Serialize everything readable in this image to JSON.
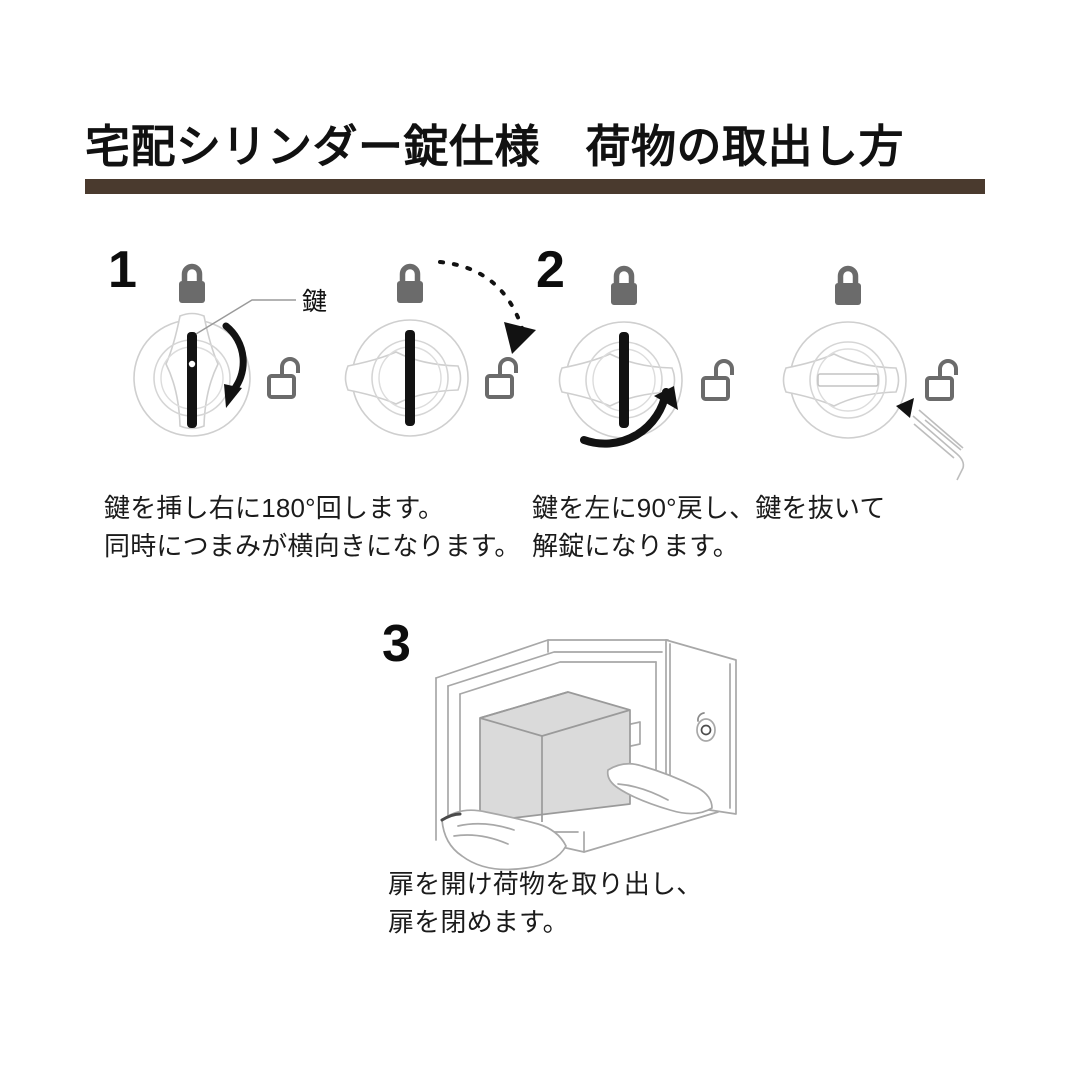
{
  "document": {
    "title": "宅配シリンダー錠仕様　荷物の取出し方",
    "accent_color": "#4a3a2e",
    "background_color": "#ffffff",
    "text_color": "#1b1b1b"
  },
  "steps": [
    {
      "number": "1",
      "caption": "鍵を挿し右に180°回します。\n同時につまみが横向きになります。",
      "annotation_label": "鍵",
      "icons": {
        "locked": "padlock-closed-icon",
        "unlocked": "padlock-open-icon",
        "rotation": "curved-arrow-clockwise-icon",
        "transition": "dashed-arrow-icon"
      },
      "lock_state_before": "locked",
      "lock_state_after": "unlocked",
      "knob_before": "vertical",
      "knob_after": "horizontal",
      "rotation_degrees": "180"
    },
    {
      "number": "2",
      "caption": "鍵を左に90°戻し、鍵を抜いて\n解錠になります。",
      "icons": {
        "locked": "padlock-closed-icon",
        "unlocked": "padlock-open-icon",
        "rotation": "curved-arrow-counterclockwise-icon",
        "key_removal": "key-pull-out-icon"
      },
      "lock_state_before": "locked",
      "lock_state_after": "unlocked",
      "knob_before": "horizontal",
      "knob_after": "horizontal",
      "rotation_degrees": "90"
    },
    {
      "number": "3",
      "caption": "扉を開け荷物を取り出し、\n扉を閉めます。",
      "icons": {
        "scene": "mailbox-open-door-icon",
        "parcel": "package-box-icon",
        "hands": "hands-carrying-icon",
        "cylinder": "lock-cylinder-icon"
      }
    }
  ],
  "colors": {
    "padlock_closed_fill": "#6b6b6b",
    "padlock_open_stroke": "#6b6b6b",
    "knob_outline": "#c9c9c9",
    "key_bar": "#111111",
    "arrow": "#111111",
    "parcel_fill": "#dcdcdc",
    "line_art": "#8c8c8c"
  }
}
